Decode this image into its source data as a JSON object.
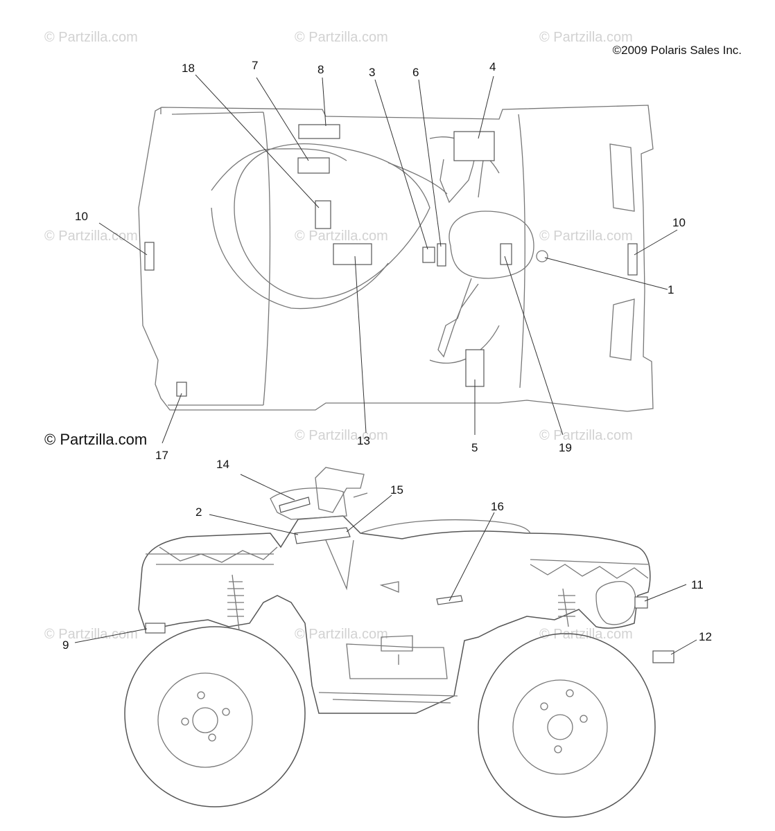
{
  "copyright": "©2009 Polaris Sales Inc.",
  "site_mark": "© Partzilla.com",
  "watermark": "© Partzilla.com",
  "callouts": {
    "c1": "1",
    "c2": "2",
    "c3": "3",
    "c4": "4",
    "c5": "5",
    "c6": "6",
    "c7": "7",
    "c8": "8",
    "c9": "9",
    "c10a": "10",
    "c10b": "10",
    "c11": "11",
    "c12": "12",
    "c13": "13",
    "c14": "14",
    "c15": "15",
    "c16": "16",
    "c17": "17",
    "c18": "18",
    "c19": "19"
  }
}
